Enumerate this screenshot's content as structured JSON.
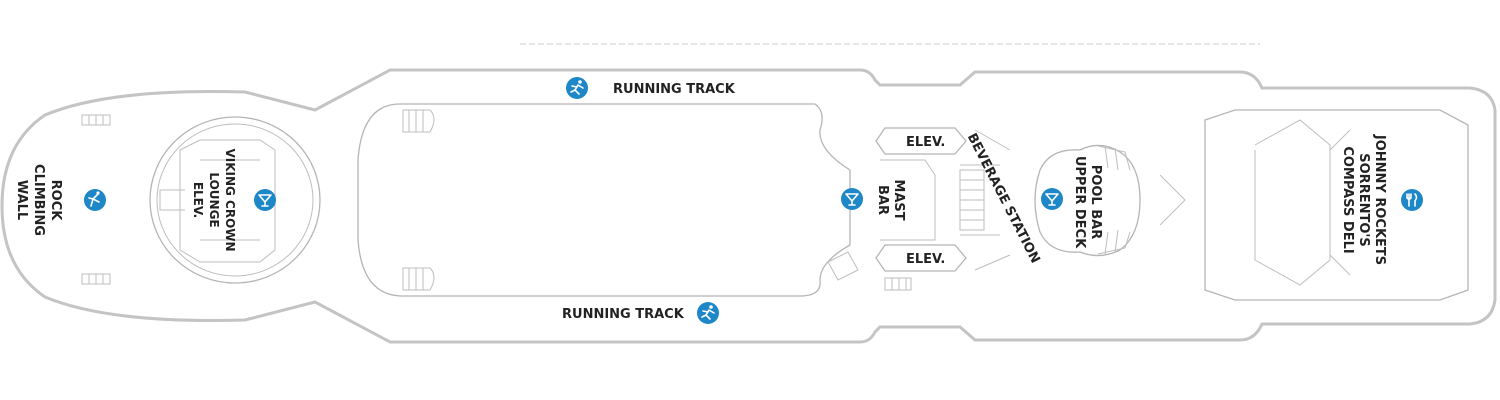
{
  "deck": {
    "labels": {
      "rock_wall_line1": "ROCK",
      "rock_wall_line2": "CLIMBING",
      "rock_wall_line3": "WALL",
      "viking_line1": "VIKING CROWN",
      "viking_line2": "LOUNGE",
      "viking_elev": "ELEV.",
      "running_track_top": "RUNNING TRACK",
      "running_track_bottom": "RUNNING TRACK",
      "mast_line1": "MAST",
      "mast_line2": "BAR",
      "elev_top": "ELEV.",
      "elev_bottom": "ELEV.",
      "beverage_station": "BEVERAGE STATION",
      "pool_bar_line1": "POOL BAR",
      "pool_bar_line2": "UPPER DECK",
      "dining_line1": "JOHNNY ROCKETS",
      "dining_line2": "SORRENTO'S",
      "dining_line3": "COMPASS DELI"
    },
    "icons": {
      "climbing": "climbing-icon",
      "cocktail": "cocktail-icon",
      "running": "running-icon",
      "dining": "fork-knife-icon"
    },
    "colors": {
      "icon_blue": "#1e87c8",
      "outline": "#c4c4c4",
      "text": "#222222"
    }
  }
}
